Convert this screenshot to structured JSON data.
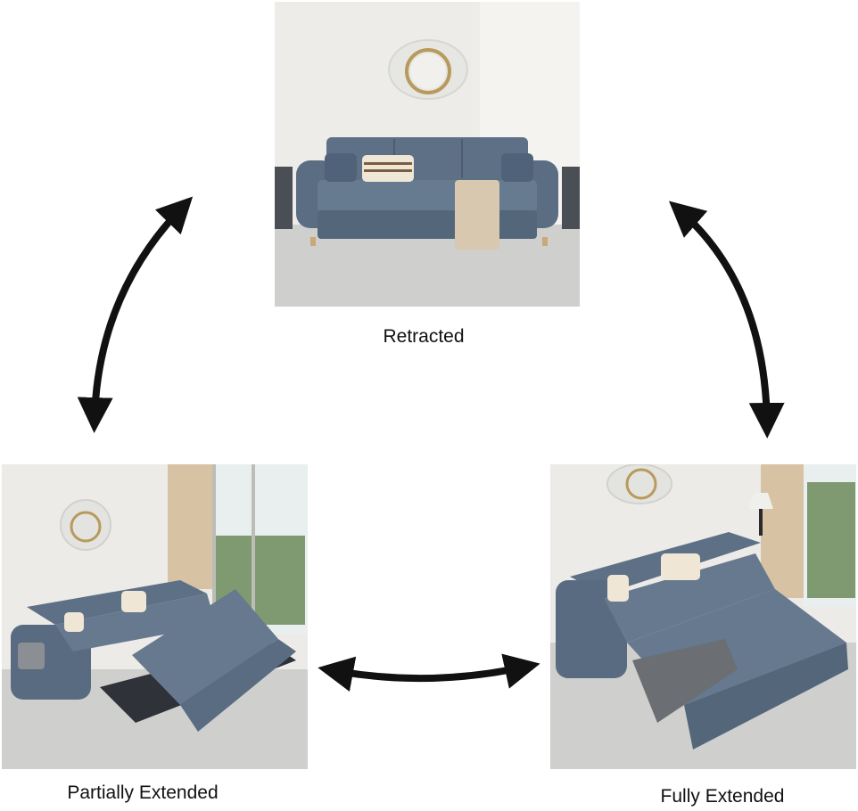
{
  "captions": {
    "retracted": "Retracted",
    "partially_extended": "Partially Extended",
    "fully_extended": "Fully Extended"
  },
  "colors": {
    "sofa": "#5d7085",
    "sofa_dark": "#46566a",
    "wall": "#eceae6",
    "carpet": "#cfcfcd",
    "arrow": "#111111"
  },
  "icons": {
    "arrow": "double-headed-curved-arrow"
  }
}
